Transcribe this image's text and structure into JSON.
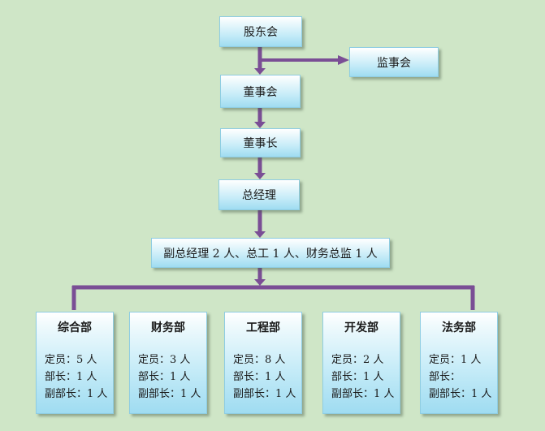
{
  "nodes": {
    "shareholders": "股东会",
    "supervisors": "监事会",
    "board": "董事会",
    "chairman": "董事长",
    "general_manager": "总经理",
    "deputies": "副总经理 2 人、总工 1 人、财务总监 1 人"
  },
  "departments": [
    {
      "name": "综合部",
      "lines": [
        "定员：5 人",
        "部长：1 人",
        "副部长：1 人"
      ]
    },
    {
      "name": "财务部",
      "lines": [
        "定员：3 人",
        "部长：1 人",
        "副部长：1 人"
      ]
    },
    {
      "name": "工程部",
      "lines": [
        "定员：8 人",
        "部长：1 人",
        "副部长：1 人"
      ]
    },
    {
      "name": "开发部",
      "lines": [
        "定员：2 人",
        "部长：1 人",
        "副部长：1 人"
      ]
    },
    {
      "name": "法务部",
      "lines": [
        "定员：1 人",
        "部长：",
        "副部长：1 人"
      ]
    }
  ],
  "colors": {
    "background": "#cfe6c7",
    "connector": "#7a4e95",
    "box_top": "#ffffff",
    "box_bottom": "#9fdcf1"
  }
}
